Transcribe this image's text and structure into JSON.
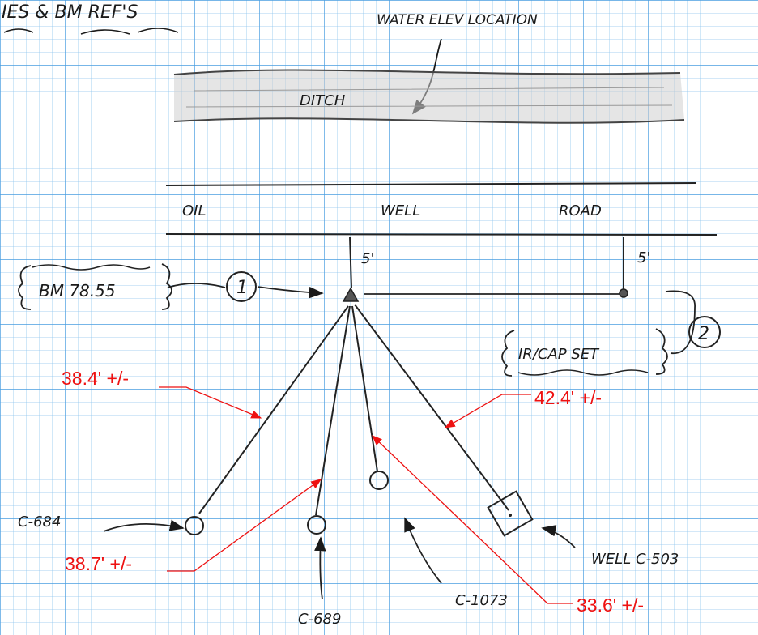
{
  "header": {
    "top_left": "IES & BM REF'S",
    "water_note": "WATER ELEV LOCATION"
  },
  "ditch_label": "DITCH",
  "road": {
    "word_oil": "OIL",
    "word_well": "WELL",
    "word_road": "ROAD"
  },
  "offsets": {
    "left": "5'",
    "right": "5'"
  },
  "benchmark": {
    "label": "BM 78.55",
    "number": "1"
  },
  "iron_rod": {
    "label": "IR/CAP SET",
    "number": "2"
  },
  "wells": {
    "c684": "C-684",
    "c689": "C-689",
    "c1073": "C-1073",
    "c503": "WELL C-503"
  },
  "distances": {
    "d1": "38.4' +/-",
    "d2": "42.4' +/-",
    "d3": "38.7' +/-",
    "d4": "33.6' +/-"
  },
  "colors": {
    "grid": "#5aa9e6",
    "grid_major": "#3a8fd6",
    "pencil": "#1a1a1a",
    "annotation": "#ee1111"
  }
}
